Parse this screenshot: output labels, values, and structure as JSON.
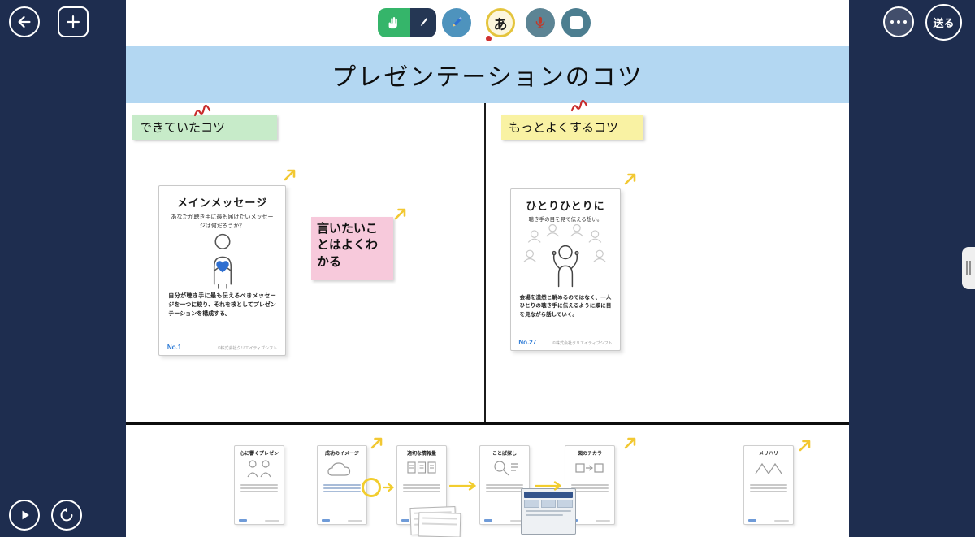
{
  "window": {
    "send_label": "送る"
  },
  "toolbar": {
    "text_tool_label": "あ",
    "icons": [
      "select-hand",
      "stylus",
      "pencil",
      "text",
      "microphone",
      "card"
    ]
  },
  "corner_icons": {
    "back": "left-arrow",
    "add": "plus",
    "more": "ellipsis",
    "play": "play-triangle",
    "replay": "rotate-ccw"
  },
  "colors": {
    "sidebar": "#1e2d4f",
    "title_bar": "#b3d7f2",
    "sticky_green": "#c7ebc9",
    "sticky_yellow": "#f9f2a3",
    "sticky_pink": "#f7c9db",
    "arrow_yellow": "#f2c832",
    "card_number_blue": "#2d7bd6",
    "red_mark": "#cf3030"
  },
  "board": {
    "title": "プレゼンテーションのコツ",
    "left_header": "できていたコツ",
    "right_header": "もっとよくするコツ",
    "pink_note": "言いたいことはよくわかる"
  },
  "card_left": {
    "title": "メインメッセージ",
    "question": "あなたが聴き手に最も届けたいメッセージは何だろうか？",
    "body": "自分が聴き手に最も伝えるべきメッセージを一つに絞り、それを核としてプレゼンテーションを構成する。",
    "number": "No.1",
    "credit": "©株式会社クリエイティブシフト"
  },
  "card_right": {
    "title": "ひとりひとりに",
    "question": "聴き手の目を見て伝える想い。",
    "body": "会場を漠然と眺めるのではなく、一人ひとりの聴き手に伝えるように順に目を見ながら話していく。",
    "number": "No.27",
    "credit": "©株式会社クリエイティブシフト"
  },
  "mini_cards": [
    {
      "title": "心に響くプレゼン"
    },
    {
      "title": "成功のイメージ"
    },
    {
      "title": "適切な情報量"
    },
    {
      "title": "ことば探し"
    },
    {
      "title": "図のチカラ"
    },
    {
      "title": "メリハリ"
    }
  ]
}
